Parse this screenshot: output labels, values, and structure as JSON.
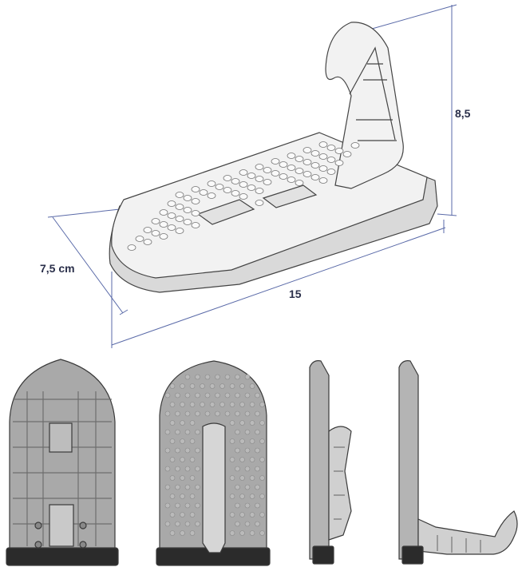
{
  "dimensions": {
    "height_label": "8,5",
    "width_label": "7,5 cm",
    "length_label": "15"
  },
  "colors": {
    "dimension_line": "#5a6aa8",
    "outline": "#444444",
    "body_gray": "#a8a8a8",
    "body_light": "#c8c8c8",
    "rubber_black": "#2b2b2b"
  }
}
